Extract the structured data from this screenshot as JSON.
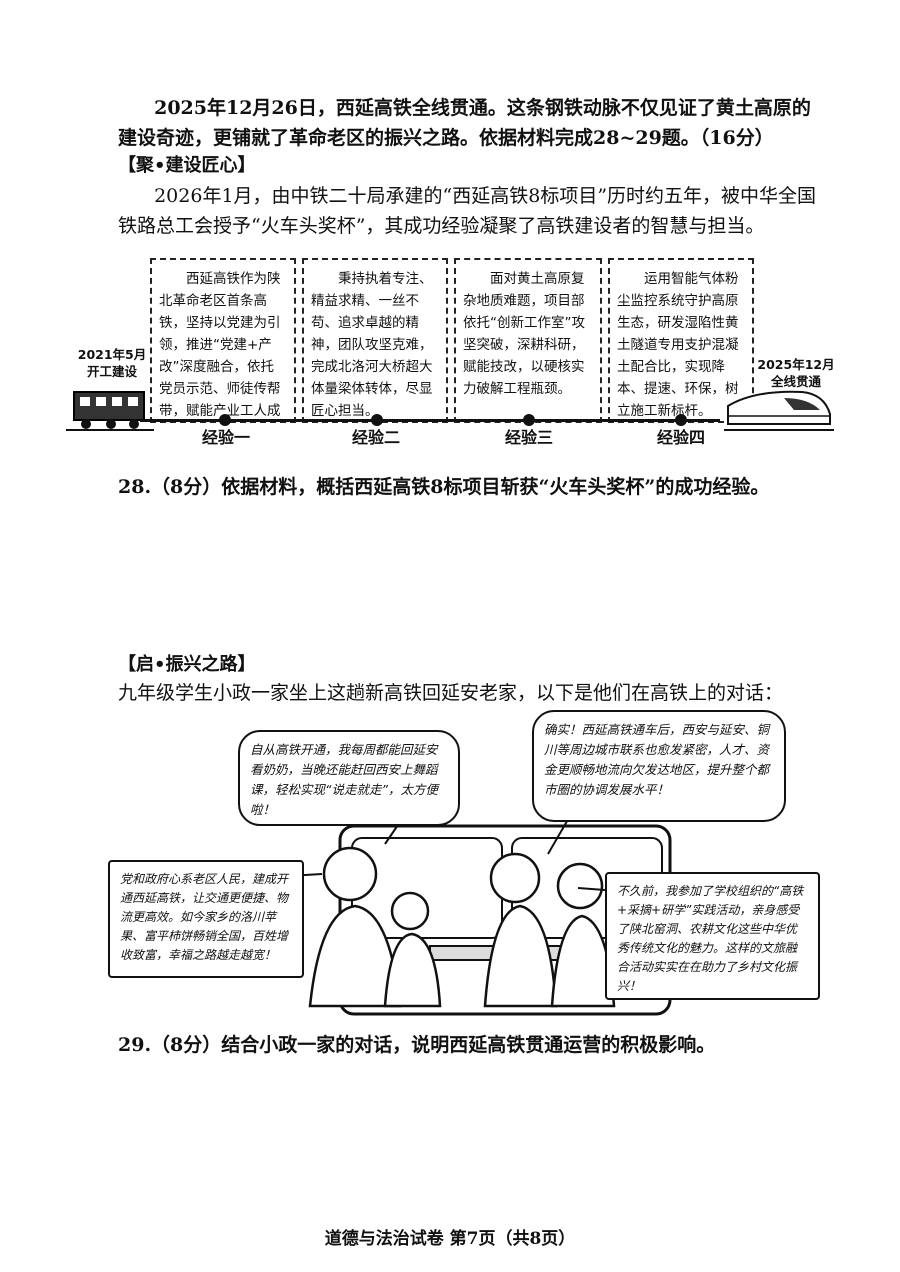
{
  "intro": "2025年12月26日，西延高铁全线贯通。这条钢铁动脉不仅见证了黄土高原的建设奇迹，更铺就了革命老区的振兴之路。依据材料完成28~29题。（16分）",
  "section1": {
    "title": "【聚•建设匠心】",
    "text": "2026年1月，由中铁二十局承建的“西延高铁8标项目”历时约五年，被中华全国铁路总工会授予“火车头奖杯”，其成功经验凝聚了高铁建设者的智慧与担当。"
  },
  "timeline": {
    "start": {
      "line1": "2021年5月",
      "line2": "开工建设"
    },
    "end": {
      "line1": "2025年12月",
      "line2": "全线贯通"
    },
    "boxes": [
      "西延高铁作为陕北革命老区首条高铁，坚持以党建为引领，推进“党建+产改”深度融合，依托党员示范、师徒传帮带，赋能产业工人成长。",
      "秉持执着专注、精益求精、一丝不苟、追求卓越的精神，团队攻坚克难，完成北洛河大桥超大体量梁体转体，尽显匠心担当。",
      "面对黄土高原复杂地质难题，项目部依托“创新工作室”攻坚突破，深耕科研，赋能技改，以硬核实力破解工程瓶颈。",
      "运用智能气体粉尘监控系统守护高原生态，研发湿陷性黄土隧道专用支护混凝土配合比，实现降本、提速、环保，树立施工新标杆。"
    ],
    "labels": [
      "经验一",
      "经验二",
      "经验三",
      "经验四"
    ]
  },
  "q28": "28.（8分）依据材料，概括西延高铁8标项目斩获“火车头奖杯”的成功经验。",
  "section2": {
    "title": "【启•振兴之路】",
    "text": "九年级学生小政一家坐上这趟新高铁回延安老家，以下是他们在高铁上的对话："
  },
  "bubbles": {
    "top_left": "自从高铁开通，我每周都能回延安看奶奶，当晚还能赶回西安上舞蹈课，轻松实现“说走就走”，太方便啦！",
    "top_right": "确实！西延高铁通车后，西安与延安、铜川等周边城市联系也愈发紧密，人才、资金更顺畅地流向欠发达地区，提升整个都市圈的协调发展水平！",
    "left": "党和政府心系老区人民，建成开通西延高铁，让交通更便捷、物流更高效。如今家乡的洛川苹果、富平柿饼畅销全国，百姓增收致富，幸福之路越走越宽！",
    "right": "不久前，我参加了学校组织的“高铁+采摘+研学”实践活动，亲身感受了陕北窑洞、农耕文化这些中华优秀传统文化的魅力。这样的文旅融合活动实实在在助力了乡村文化振兴！"
  },
  "q29": "29.（8分）结合小政一家的对话，说明西延高铁贯通运营的积极影响。",
  "footer": "道德与法治试卷 第7页（共8页）"
}
